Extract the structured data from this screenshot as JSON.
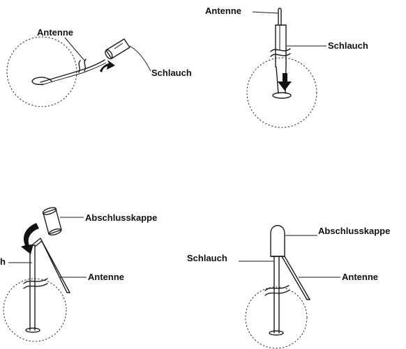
{
  "labels": {
    "antenna": "Antenne",
    "antenna_top": "Antenne",
    "hose_1": "Schlauch",
    "hose_2": "Schlauch",
    "cap_3": "Abschlusskappe",
    "hose_3": "h",
    "antenna_3": "Antenne",
    "cap_4": "Abschlusskappe",
    "hose_4": "Schlauch",
    "antenna_4": "Antenne"
  },
  "colors": {
    "ink": "#1a1a1a",
    "background": "#ffffff"
  }
}
